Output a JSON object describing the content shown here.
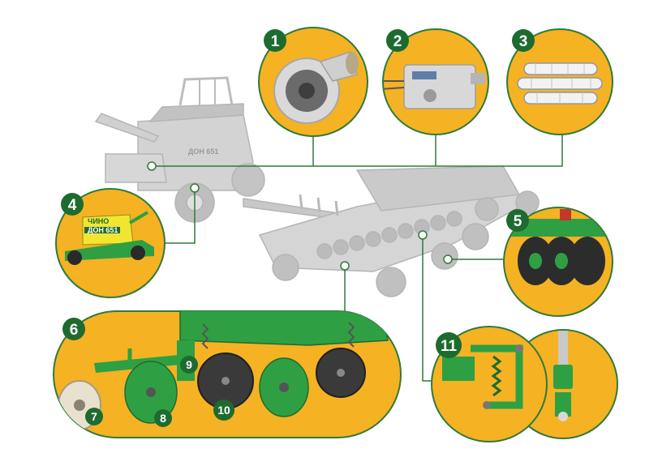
{
  "colors": {
    "orange": "#F5B223",
    "green_dark": "#1E6B30",
    "green_machine": "#2EA043",
    "gray_machine": "#C9C9C9",
    "line": "#2F7A3A"
  },
  "callouts": [
    {
      "number": "1",
      "subject": "fan-housing"
    },
    {
      "number": "2",
      "subject": "gearbox"
    },
    {
      "number": "3",
      "subject": "metering-rollers"
    },
    {
      "number": "4",
      "subject": "air-cart"
    },
    {
      "number": "5",
      "subject": "packer-wheels"
    },
    {
      "number": "6",
      "subject": "seeding-section"
    },
    {
      "number": "11",
      "subject": "coulter-spring"
    }
  ],
  "parts": [
    {
      "number": "7",
      "subject": "gauge-wheel"
    },
    {
      "number": "8",
      "subject": "furrow-opener"
    },
    {
      "number": "9",
      "subject": "spring-tine"
    },
    {
      "number": "10",
      "subject": "cutting-disc"
    }
  ],
  "cart_logo": "ДОН 651",
  "cart_brand": "ЧИНО"
}
